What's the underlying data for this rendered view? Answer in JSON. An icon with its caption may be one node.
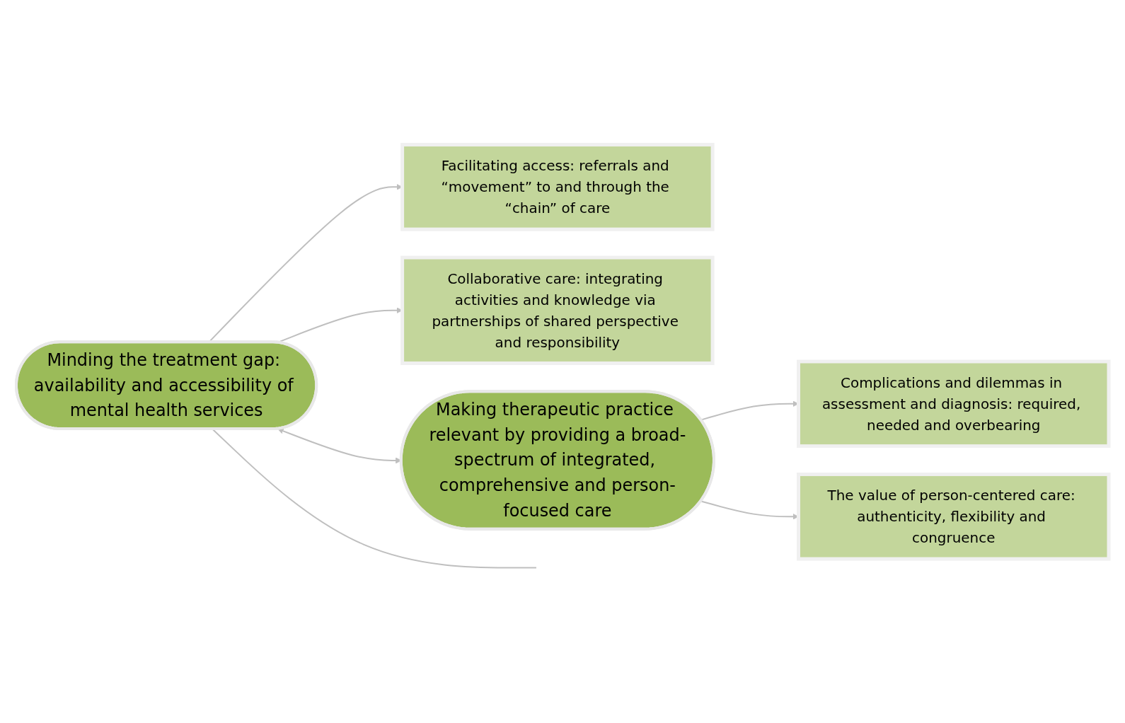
{
  "diagram": {
    "nodes": [
      {
        "text": [
          "Minding the treatment gap: availability and accessibility of mental health services"
        ]
      },
      {
        "text": [
          "Facilitating access: referrals and “movement” to and through the “chain” of care"
        ]
      },
      {
        "text": [
          "Collaborative care: integrating activities and knowledge via partnerships of shared perspective and responsibility"
        ]
      },
      {
        "text": [
          "Making therapeutic practice relevant by providing a broad-spectrum of integrated, comprehensive and person-focused care"
        ]
      },
      {
        "text": [
          "Complications and dilemmas in assessment and diagnosis: required, needed and overbearing"
        ]
      },
      {
        "text": [
          "The value of person-centered care: authenticity, flexibility and congruence"
        ]
      }
    ],
    "edges": [
      {
        "from": 0,
        "to": null,
        "arrow": "none"
      },
      {
        "from": 0,
        "to": 1,
        "arrow": "to"
      },
      {
        "from": 0,
        "to": 2,
        "arrow": "to"
      },
      {
        "from": 0,
        "to": 3,
        "arrow": "both"
      },
      {
        "from": 3,
        "to": 4,
        "arrow": "to"
      },
      {
        "from": 3,
        "to": 5,
        "arrow": "to"
      }
    ]
  }
}
